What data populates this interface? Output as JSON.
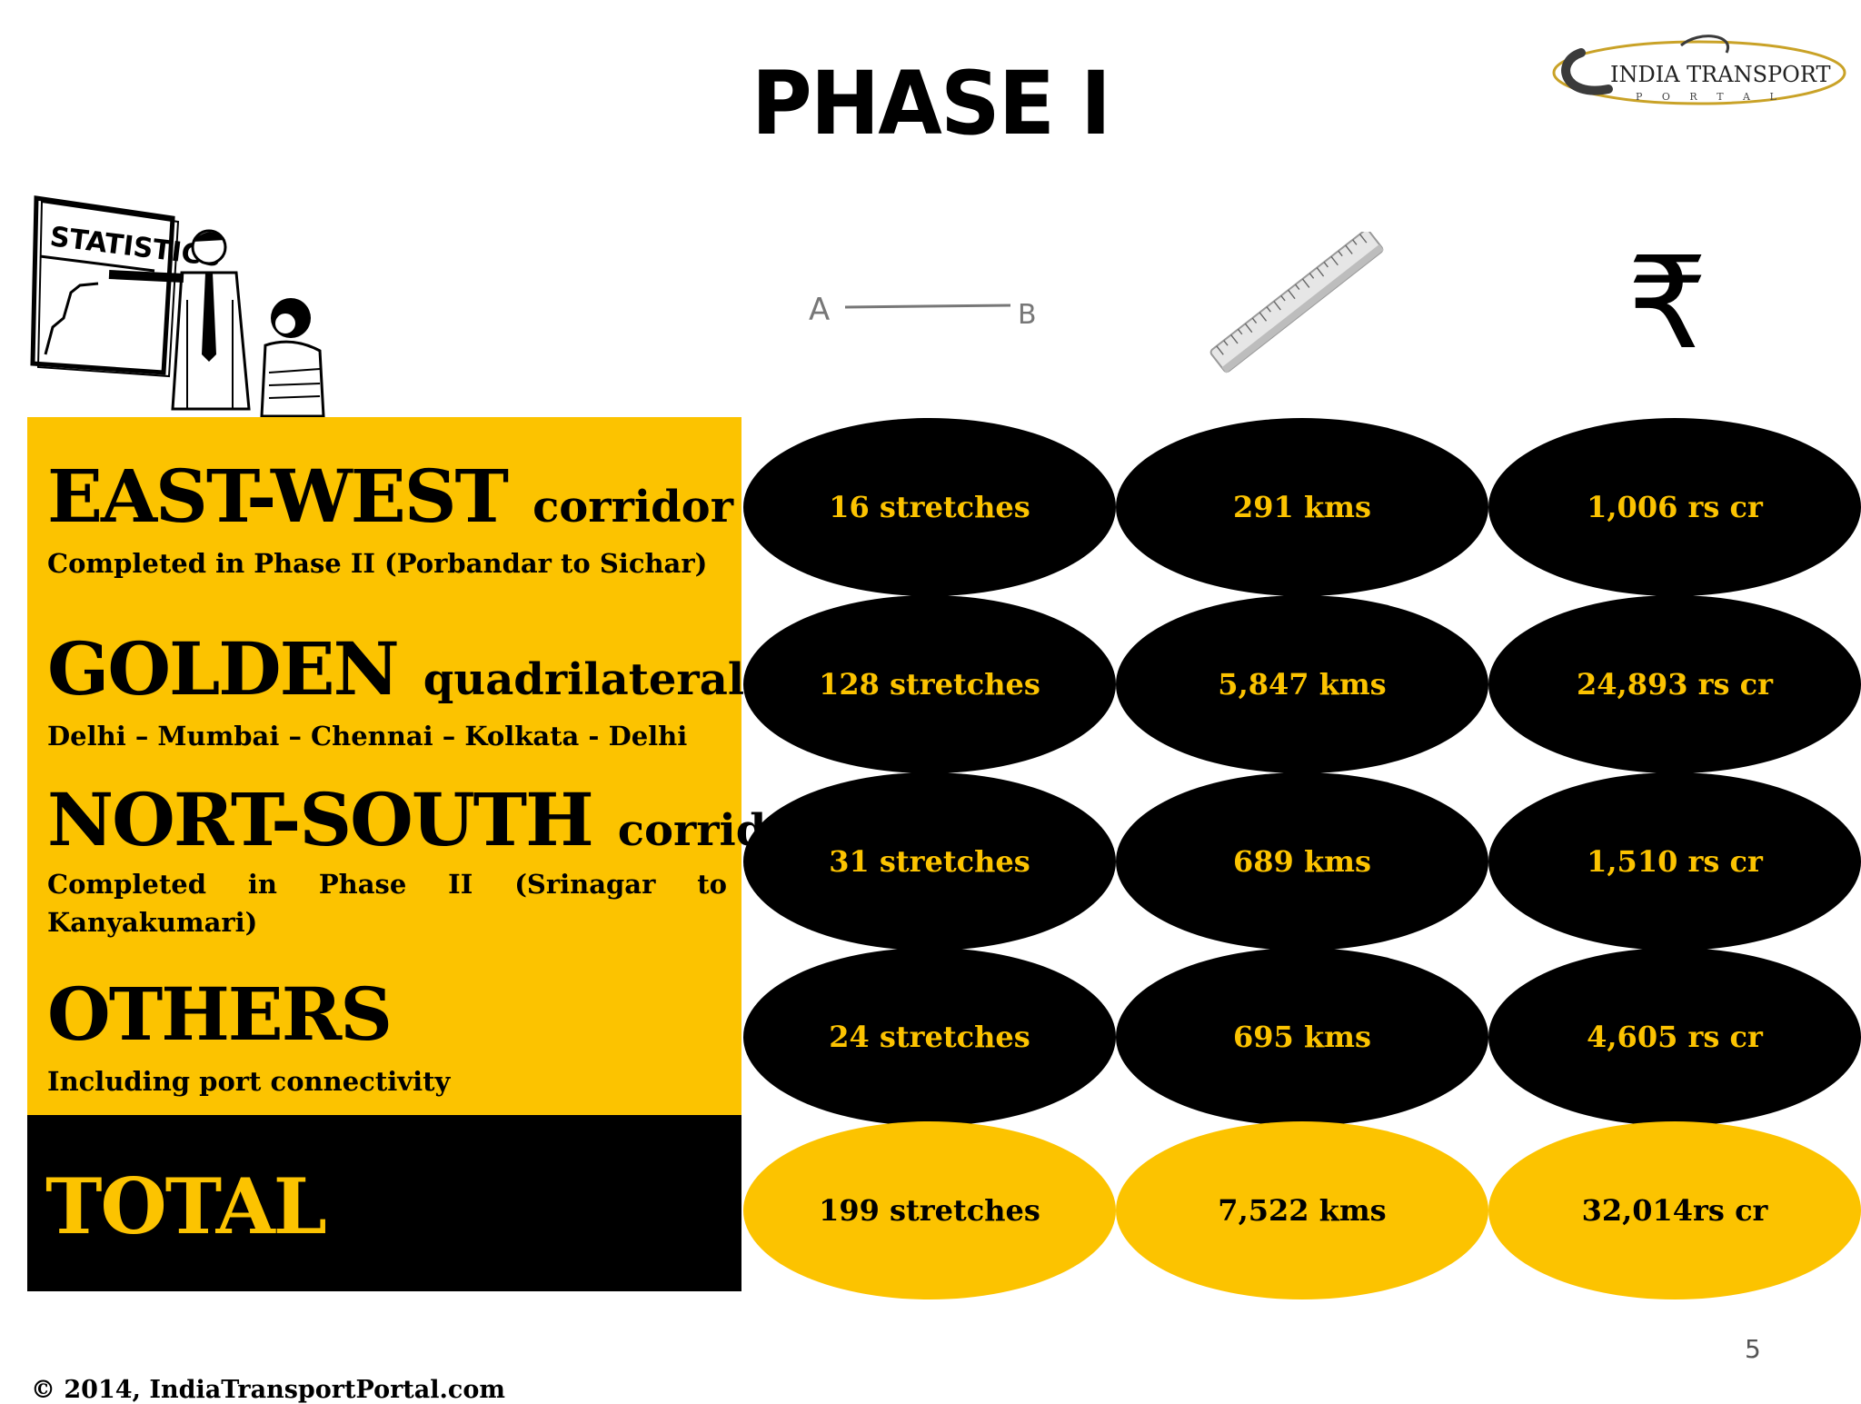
{
  "title": "PHASE I",
  "logo": {
    "line1": "INDIA TRANSPORT",
    "line2": "P O R T A L"
  },
  "illustration": {
    "board_text": "STATISTICS"
  },
  "icons": {
    "ab_from": "A",
    "ab_to": "B",
    "ruler": "ruler-icon",
    "rupee": "₹"
  },
  "rows": [
    {
      "heading": "EAST-WEST",
      "heading_small": "corridor",
      "subtitle": "Completed in Phase II (Porbandar to Sichar)",
      "stretches": "16 stretches",
      "kms": "291 kms",
      "cost": "1,006 rs cr"
    },
    {
      "heading": "GOLDEN",
      "heading_small": "quadrilateral",
      "subtitle": "Delhi – Mumbai – Chennai – Kolkata - Delhi",
      "stretches": "128 stretches",
      "kms": "5,847 kms",
      "cost": "24,893 rs cr"
    },
    {
      "heading": "NORT-SOUTH",
      "heading_small": "corridor",
      "subtitle": "Completed in Phase II (Srinagar to Kanyakumari)",
      "stretches": "31 stretches",
      "kms": "689 kms",
      "cost": "1,510 rs cr"
    },
    {
      "heading": "OTHERS",
      "heading_small": "",
      "subtitle": "Including port connectivity",
      "stretches": "24 stretches",
      "kms": "695 kms",
      "cost": "4,605 rs cr"
    }
  ],
  "total": {
    "label": "TOTAL",
    "stretches": "199 stretches",
    "kms": "7,522 kms",
    "cost": "32,014rs cr"
  },
  "colors": {
    "accent": "#FCC300",
    "dark": "#000000"
  },
  "page_number": "5",
  "footer": "© 2014, IndiaTransportPortal.com"
}
